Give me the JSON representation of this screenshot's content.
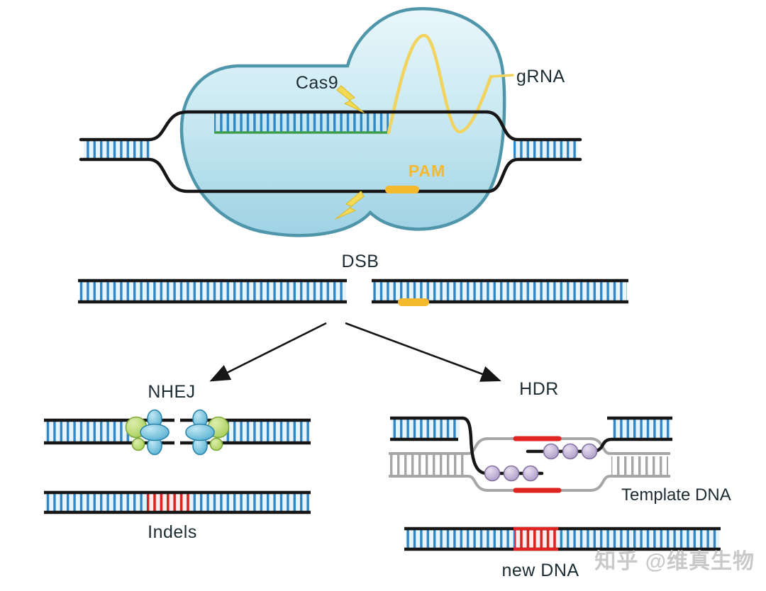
{
  "diagram": {
    "type": "crispr-cas9-genome-editing",
    "complex": {
      "cas9_label": "Cas9",
      "grna_label": "gRNA",
      "pam_label": "PAM"
    },
    "break_step": {
      "dsb_label": "DSB"
    },
    "pathways": {
      "nhej": {
        "label": "NHEJ",
        "result_label": "Indels"
      },
      "hdr": {
        "label": "HDR",
        "template_label": "Template DNA",
        "result_label": "new DNA"
      }
    },
    "watermark": "知乎 @维真生物",
    "icons": [
      {
        "name": "cut-site-lightning-icon",
        "count": 2
      }
    ],
    "colors": {
      "background": "#ffffff",
      "strand_black": "#161616",
      "dna_rung_blue": "#2f87c5",
      "dna_fill_light_blue": "#e8f4fb",
      "protein_fill_top": "#e7f6fb",
      "protein_fill_bottom": "#9ed2e4",
      "protein_stroke_teal": "#4f96ab",
      "grna_yellow": "#f1d35e",
      "pam_orange": "#f5b92e",
      "pairing_green": "#3f9e4d",
      "edit_red": "#e02421",
      "template_gray": "#a6a6a6",
      "nhej_protein_blue": "#49a9cd",
      "nhej_protein_green": "#9fca4e",
      "hdr_bead_purple": "#a391c1",
      "label_dark": "#1d2b33",
      "watermark_gray": "#c9c9c9"
    }
  }
}
